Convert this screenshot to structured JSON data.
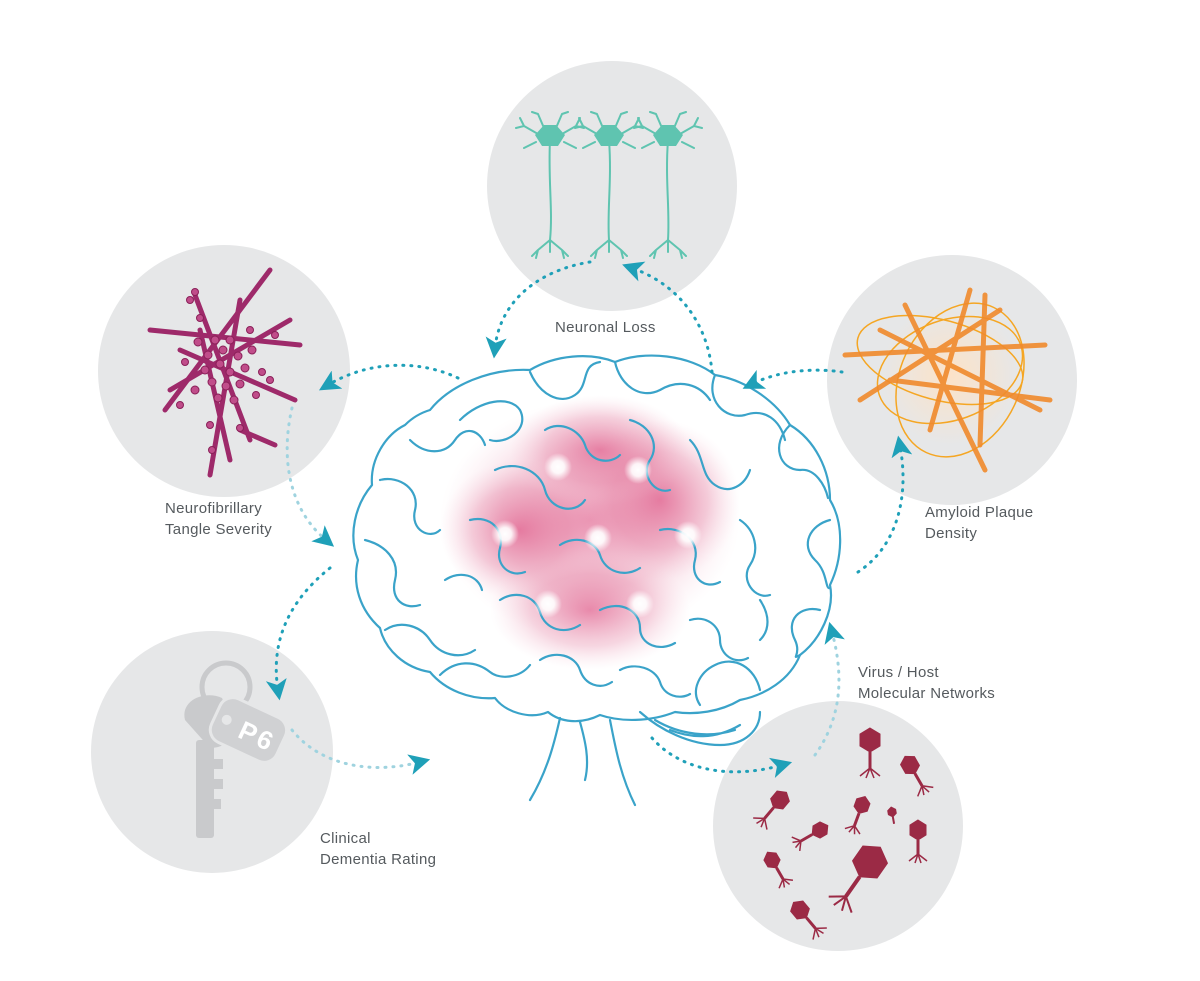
{
  "labels": {
    "neuronal_loss": {
      "line1": "Neuronal Loss"
    },
    "tangle": {
      "line1": "Neurofibrillary",
      "line2": "Tangle Severity"
    },
    "amyloid": {
      "line1": "Amyloid Plaque",
      "line2": "Density"
    },
    "virus": {
      "line1": "Virus / Host",
      "line2": "Molecular Networks"
    },
    "cdr": {
      "line1": "Clinical",
      "line2": "Dementia Rating"
    }
  },
  "colors": {
    "circle_bg": "#e6e7e8",
    "brain_outline": "#3aa3c9",
    "arrow": "#1fa0b8",
    "neuron": "#5fc4b0",
    "tangle": "#9e2a6a",
    "amyloid": "#f08a2c",
    "virus": "#9b2a45",
    "key": "#c9cacc",
    "hotspot": "#d93a72"
  }
}
